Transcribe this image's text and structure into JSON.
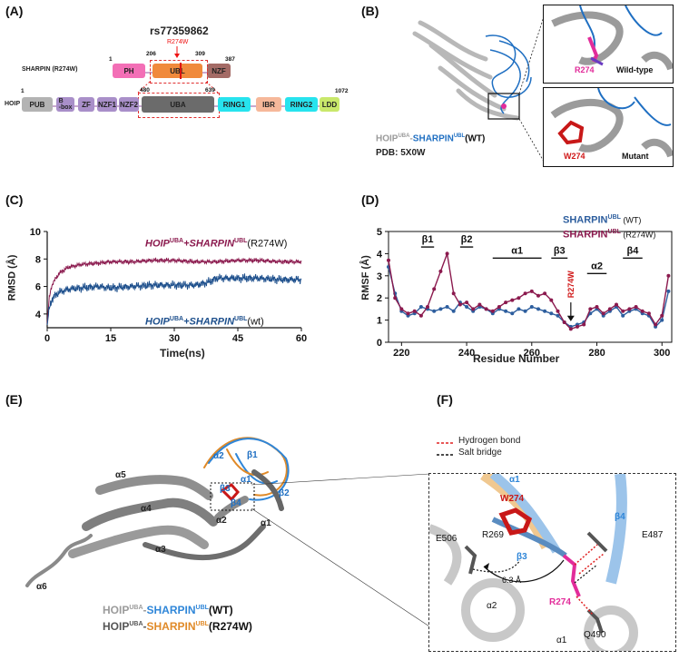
{
  "panels": {
    "A": {
      "label": "(A)",
      "snp": "rs77359862",
      "mutation": "R274W",
      "sharpin_label": "SHARPIN (R274W)",
      "sharpin_domains": [
        {
          "name": "PH",
          "color": "#f36fb6"
        },
        {
          "name": "UBL",
          "color": "#f08a3c"
        },
        {
          "name": "NZF",
          "color": "#a46b66"
        }
      ],
      "sharpin_numbers": [
        "1",
        "206",
        "309",
        "387"
      ],
      "hoip_label": "HOIP",
      "hoip_domains": [
        {
          "name": "PUB",
          "color": "#b3b3b3"
        },
        {
          "name": "B\n-box",
          "color": "#a98fc9"
        },
        {
          "name": "ZF",
          "color": "#a98fc9"
        },
        {
          "name": "NZF1",
          "color": "#a98fc9"
        },
        {
          "name": "NZF2",
          "color": "#a98fc9"
        },
        {
          "name": "UBA",
          "color": "#6b6b6b"
        },
        {
          "name": "RING1",
          "color": "#27e3ee"
        },
        {
          "name": "IBR",
          "color": "#f6b89a"
        },
        {
          "name": "RING2",
          "color": "#27e3ee"
        },
        {
          "name": "LDD",
          "color": "#c9e86b"
        }
      ],
      "hoip_numbers": [
        "1",
        "480",
        "639",
        "1072"
      ]
    },
    "B": {
      "label": "(B)",
      "legend_hoip": "HOIP",
      "legend_sup1": "UBA",
      "legend_dash": "-",
      "legend_sharpin": "SHARPIN",
      "legend_sup2": "UBL",
      "legend_wt": "(WT)",
      "pdb": "PDB: 5X0W",
      "wt_residue": "R274",
      "wt_caption": "Wild-type",
      "mut_residue": "W274",
      "mut_caption": "Mutant"
    },
    "C": {
      "label": "(C)",
      "ylabel": "RMSD (Å)",
      "xlabel": "Time(ns)",
      "series_mut_a": "HOIP",
      "series_mut_sup1": "UBA",
      "series_mut_b": "+SHARPIN",
      "series_mut_sup2": "UBL",
      "series_mut_c": "(R274W)",
      "series_wt_a": "HOIP",
      "series_wt_sup1": "UBA",
      "series_wt_b": "+SHARPIN",
      "series_wt_sup2": "UBL",
      "series_wt_c": "(wt)",
      "colors": {
        "mutant": "#8b1a4e",
        "wt": "#1d4f8c"
      }
    },
    "D": {
      "label": "(D)",
      "ylabel": "RMSF (Å)",
      "xlabel": "Residue Number",
      "legend_wt_a": "SHARPIN",
      "legend_wt_sup": "UBL",
      "legend_wt_b": " (WT)",
      "legend_mut_a": "SHARPIN",
      "legend_mut_sup": "UBL",
      "legend_mut_b": " (R274W)",
      "mutation_mark": "R274W",
      "ss_labels": [
        "β1",
        "β2",
        "α1",
        "β3",
        "α2",
        "β4"
      ],
      "colors": {
        "mutant": "#8b1a4e",
        "wt": "#2d5e9e"
      }
    },
    "E": {
      "label": "(E)",
      "helix_labels": [
        "α5",
        "α4",
        "α3",
        "α6",
        "α2",
        "α1",
        "α2",
        "β1",
        "β2",
        "β3",
        "β4",
        "α1"
      ],
      "legend1_hoip": "HOIP",
      "legend1_sup1": "UBA",
      "legend1_dash": "-",
      "legend1_sharpin": "SHARPIN",
      "legend1_sup2": "UBL",
      "legend1_tail": "(WT)",
      "legend2_hoip": "HOIP",
      "legend2_sup1": "UBA",
      "legend2_dash": "-",
      "legend2_sharpin": "SHARPIN",
      "legend2_sup2": "UBL",
      "legend2_tail": "(R274W)"
    },
    "F": {
      "label": "(F)",
      "legend_hbond": "Hydrogen bond",
      "legend_salt": "Salt bridge",
      "residues": [
        "W274",
        "R269",
        "E506",
        "E487",
        "R274",
        "Q490"
      ],
      "distance": "6.3 Å",
      "ss_labels": [
        "α1",
        "β4",
        "β3",
        "α2",
        "α1"
      ]
    }
  },
  "chart_data": [
    {
      "type": "line",
      "panel": "C",
      "xlabel": "Time(ns)",
      "ylabel": "RMSD (Å)",
      "xlim": [
        0,
        60
      ],
      "ylim": [
        3,
        10
      ],
      "xticks": [
        0,
        15,
        30,
        45,
        60
      ],
      "yticks": [
        4,
        6,
        8,
        10
      ],
      "series": [
        {
          "name": "HOIPUBA+SHARPINUBL(R274W)",
          "x": [
            0,
            0.5,
            1,
            2,
            3,
            5,
            8,
            12,
            15,
            20,
            25,
            30,
            35,
            40,
            45,
            50,
            55,
            60
          ],
          "y": [
            3.3,
            5.2,
            6.0,
            6.6,
            7.0,
            7.4,
            7.6,
            7.7,
            7.8,
            7.8,
            7.9,
            7.9,
            7.8,
            7.8,
            7.9,
            7.9,
            7.8,
            7.8
          ]
        },
        {
          "name": "HOIPUBA+SHARPINUBL(wt)",
          "x": [
            0,
            0.5,
            1,
            2,
            3,
            5,
            8,
            12,
            15,
            20,
            25,
            30,
            35,
            38,
            40,
            45,
            50,
            55,
            60
          ],
          "y": [
            3.2,
            4.4,
            5.0,
            5.4,
            5.6,
            5.8,
            5.9,
            6.0,
            5.9,
            6.0,
            6.1,
            6.1,
            6.1,
            6.3,
            6.6,
            6.6,
            6.6,
            6.5,
            6.5
          ]
        }
      ]
    },
    {
      "type": "line",
      "panel": "D",
      "xlabel": "Residue Number",
      "ylabel": "RMSF (Å)",
      "xlim": [
        216,
        303
      ],
      "ylim": [
        0,
        5
      ],
      "xticks": [
        220,
        240,
        260,
        280,
        300
      ],
      "yticks": [
        0,
        1,
        2,
        3,
        4,
        5
      ],
      "series": [
        {
          "name": "SHARPINUBL (WT)",
          "x": [
            216,
            218,
            220,
            222,
            224,
            226,
            228,
            230,
            232,
            234,
            236,
            238,
            240,
            242,
            244,
            246,
            248,
            250,
            252,
            254,
            256,
            258,
            260,
            262,
            264,
            266,
            268,
            270,
            272,
            274,
            276,
            278,
            280,
            282,
            284,
            286,
            288,
            290,
            292,
            294,
            296,
            298,
            300,
            302
          ],
          "y": [
            3.4,
            2.2,
            1.4,
            1.2,
            1.3,
            1.6,
            1.5,
            1.4,
            1.5,
            1.6,
            1.4,
            1.8,
            1.6,
            1.4,
            1.6,
            1.5,
            1.3,
            1.5,
            1.4,
            1.3,
            1.5,
            1.4,
            1.6,
            1.5,
            1.4,
            1.3,
            1.2,
            0.9,
            0.7,
            0.8,
            0.9,
            1.3,
            1.5,
            1.2,
            1.4,
            1.6,
            1.2,
            1.4,
            1.5,
            1.3,
            1.2,
            0.7,
            1.0,
            2.3
          ]
        },
        {
          "name": "SHARPINUBL (R274W)",
          "x": [
            216,
            218,
            220,
            222,
            224,
            226,
            228,
            230,
            232,
            234,
            236,
            238,
            240,
            242,
            244,
            246,
            248,
            250,
            252,
            254,
            256,
            258,
            260,
            262,
            264,
            266,
            268,
            270,
            272,
            274,
            276,
            278,
            280,
            282,
            284,
            286,
            288,
            290,
            292,
            294,
            296,
            298,
            300,
            302
          ],
          "y": [
            3.7,
            2.0,
            1.5,
            1.3,
            1.4,
            1.2,
            1.6,
            2.4,
            3.2,
            4.0,
            2.2,
            1.7,
            1.8,
            1.5,
            1.7,
            1.5,
            1.4,
            1.6,
            1.8,
            1.9,
            2.0,
            2.2,
            2.3,
            2.1,
            2.2,
            1.9,
            1.4,
            0.9,
            0.6,
            0.7,
            0.8,
            1.5,
            1.6,
            1.3,
            1.5,
            1.7,
            1.4,
            1.5,
            1.6,
            1.4,
            1.3,
            0.8,
            1.2,
            3.0
          ]
        }
      ]
    }
  ]
}
